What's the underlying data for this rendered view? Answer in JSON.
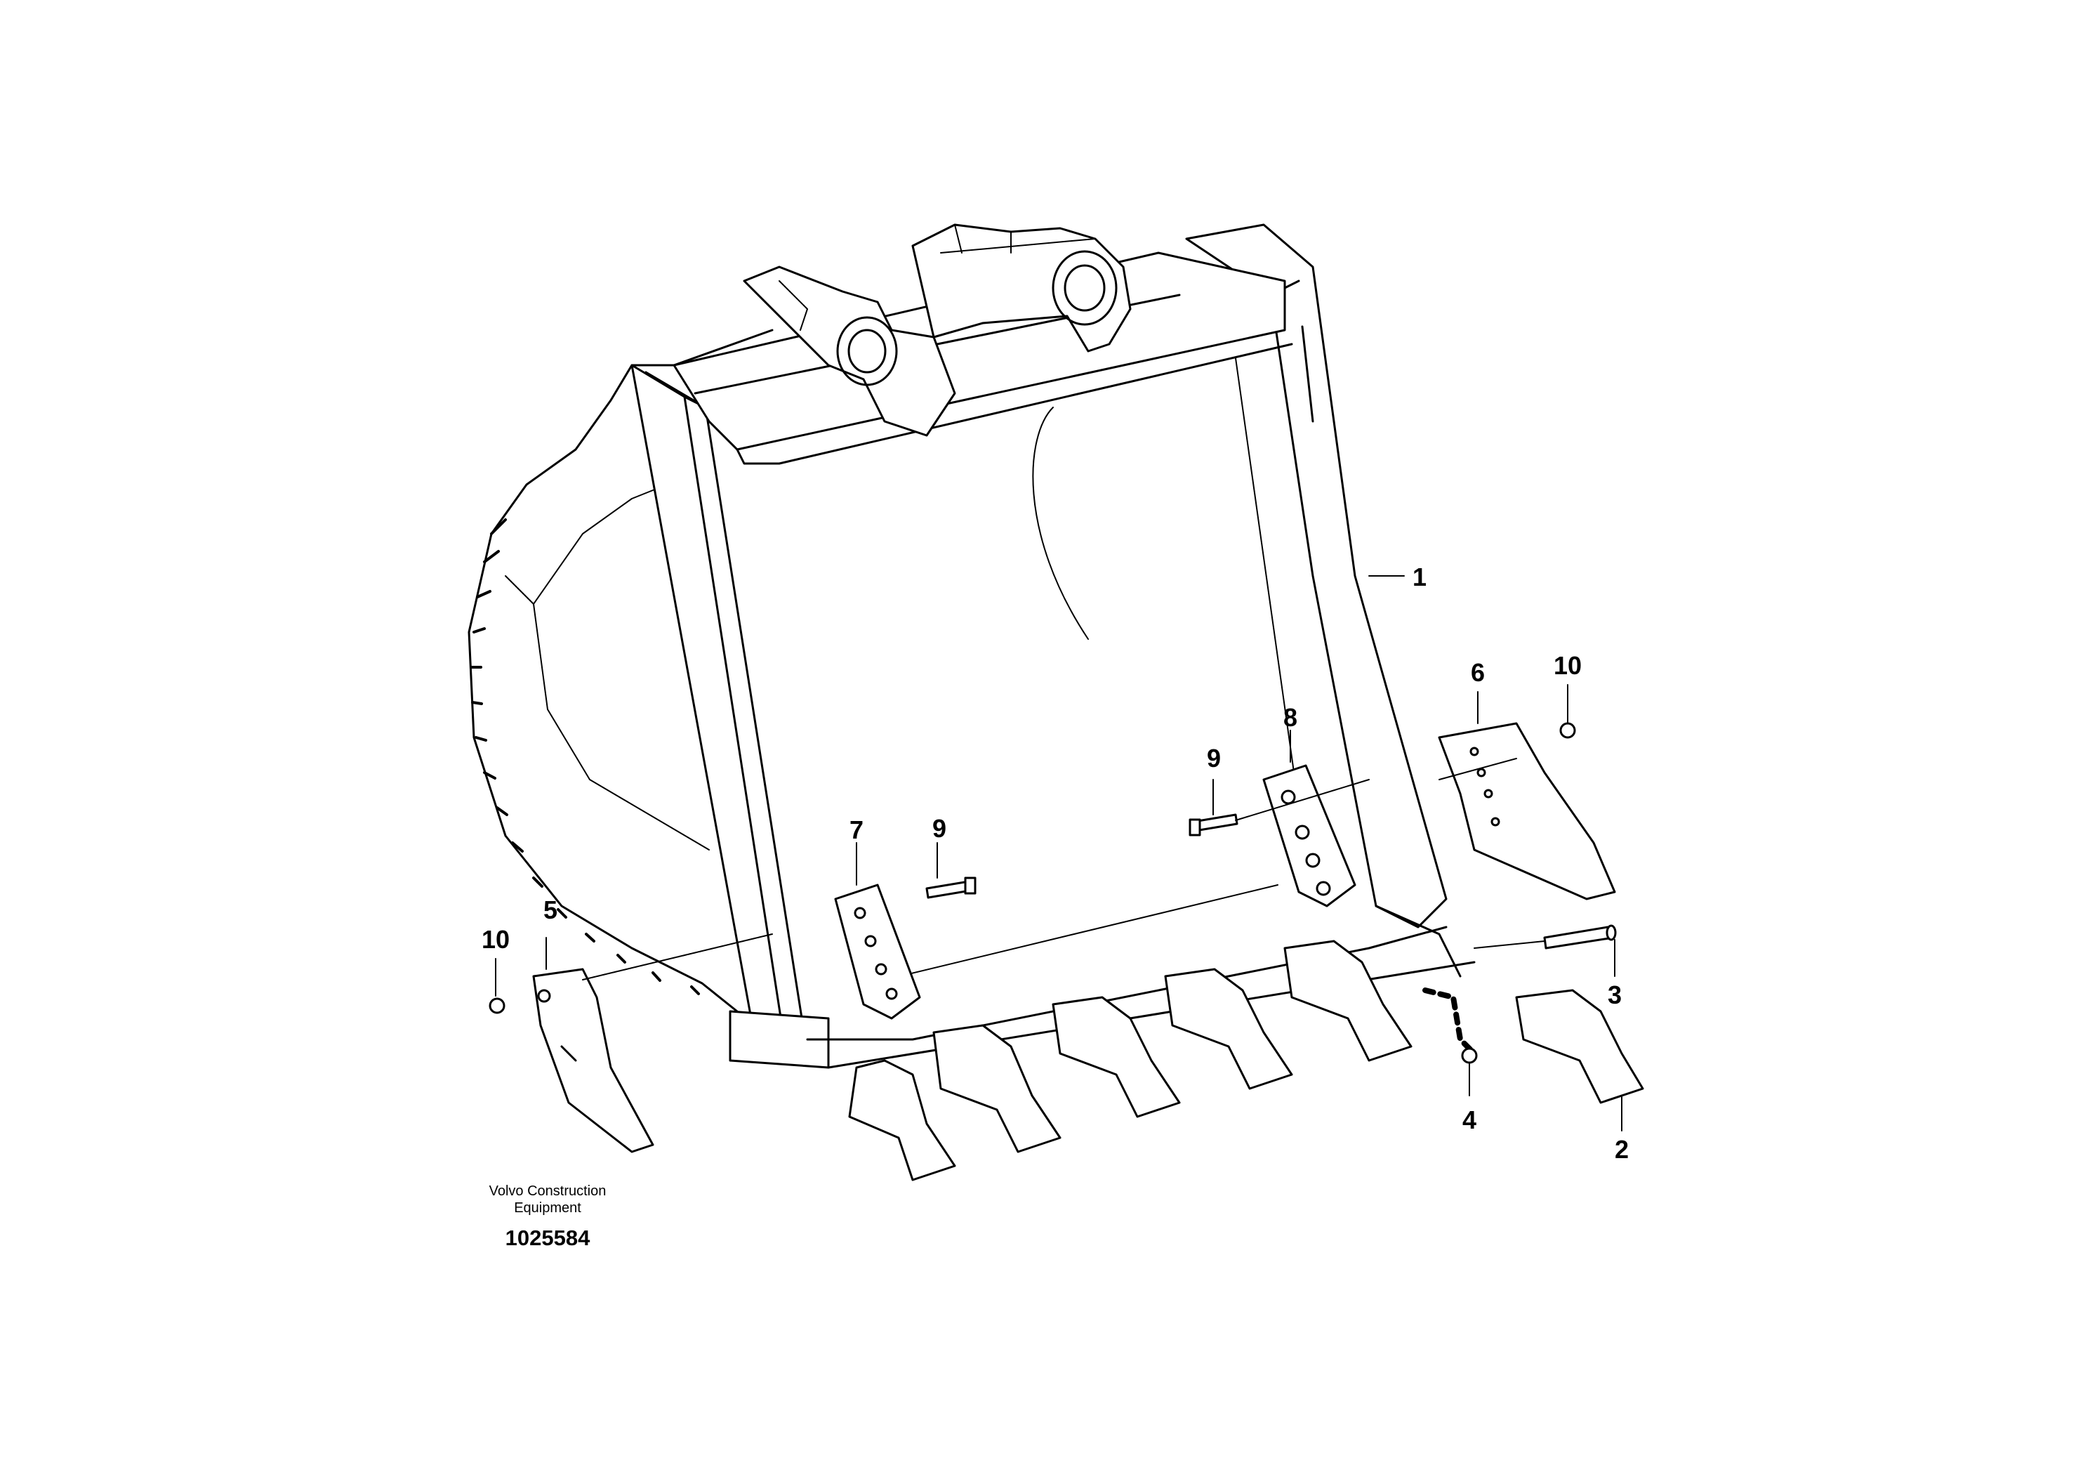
{
  "diagram": {
    "callouts": [
      {
        "id": "c1",
        "label": "1"
      },
      {
        "id": "c2",
        "label": "2"
      },
      {
        "id": "c3",
        "label": "3"
      },
      {
        "id": "c4",
        "label": "4"
      },
      {
        "id": "c5",
        "label": "5"
      },
      {
        "id": "c6",
        "label": "6"
      },
      {
        "id": "c7",
        "label": "7"
      },
      {
        "id": "c8",
        "label": "8"
      },
      {
        "id": "c9a",
        "label": "9"
      },
      {
        "id": "c9b",
        "label": "9"
      },
      {
        "id": "c10a",
        "label": "10"
      },
      {
        "id": "c10b",
        "label": "10"
      }
    ],
    "footer": {
      "company_line1": "Volvo Construction",
      "company_line2": "Equipment",
      "doc_number": "1025584"
    }
  }
}
